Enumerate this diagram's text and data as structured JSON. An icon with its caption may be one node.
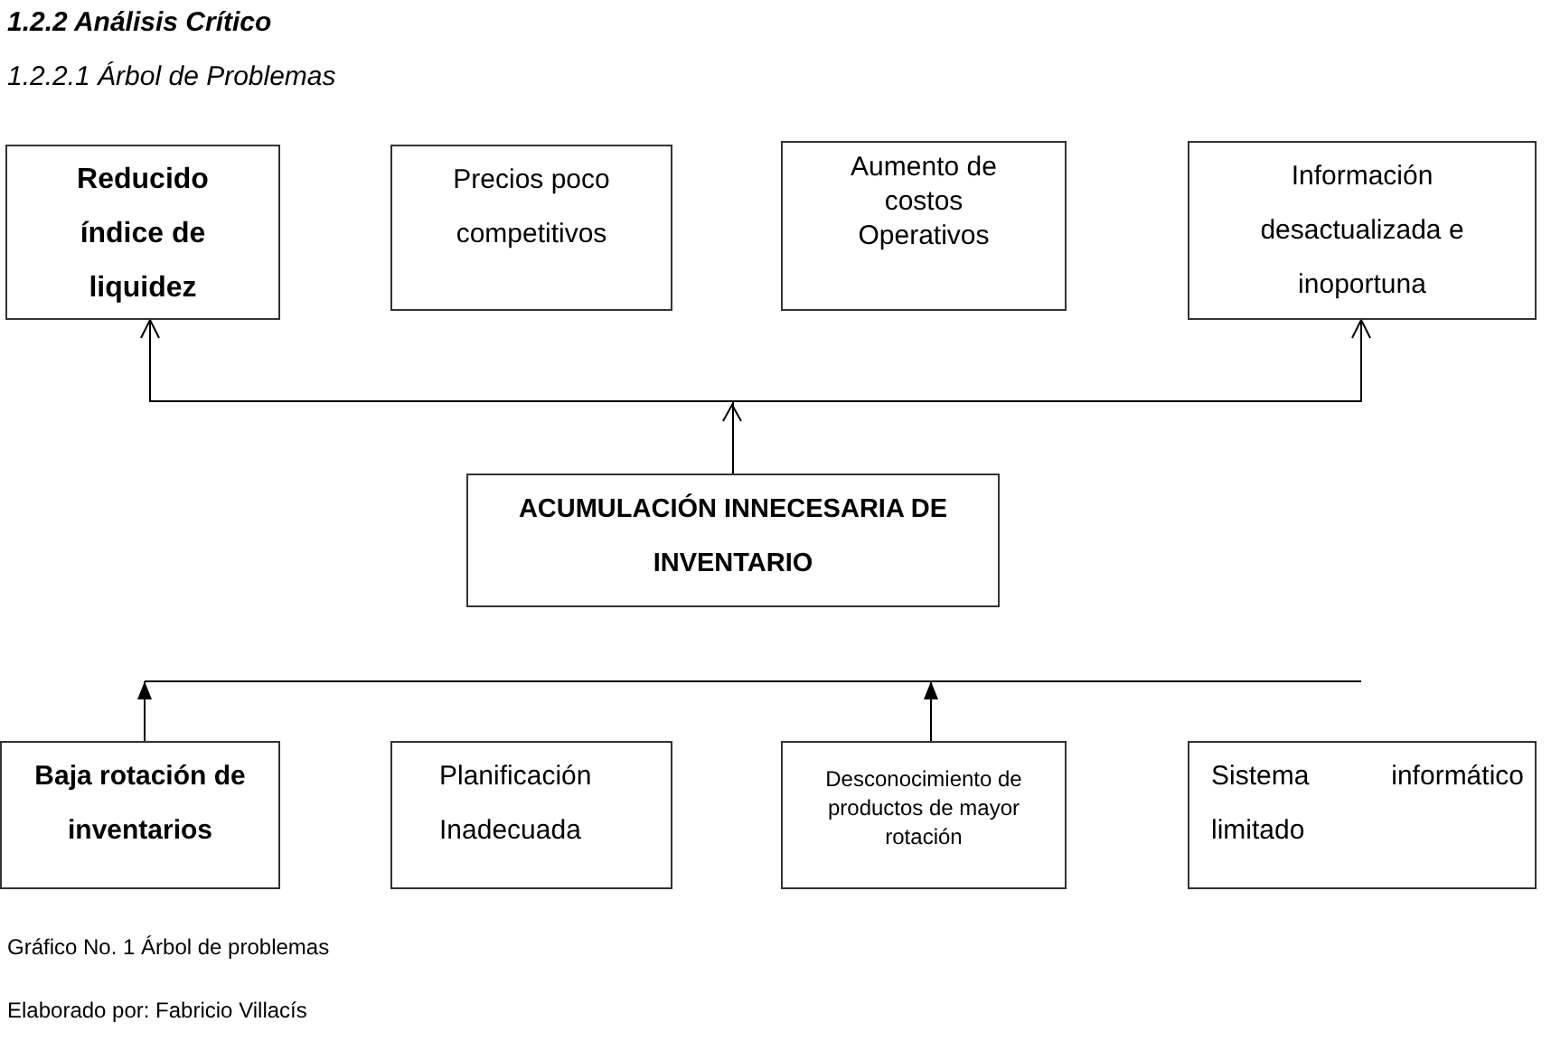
{
  "diagram": {
    "title": "1.2.2 Análisis Crítico",
    "caption": "Gráfico No. 1 Árbol de problemas",
    "nodes": [
      {
        "text": [
          "Reducido índice de liquidez"
        ]
      },
      {
        "text": [
          "Precios poco competitivos"
        ]
      },
      {
        "text": [
          "Aumento de costos Operativos"
        ]
      },
      {
        "text": [
          "Información desactualizada e inoportuna"
        ]
      },
      {
        "text": [
          "ACUMULACIÓN INNECESARIA DE INVENTARIO"
        ]
      },
      {
        "text": [
          "Baja rotación de inventarios"
        ]
      },
      {
        "text": [
          "Planificación Inadecuada"
        ]
      },
      {
        "text": [
          "Desconocimiento de productos de mayor rotación"
        ]
      },
      {
        "text": [
          "Sistema informático limitado"
        ]
      }
    ],
    "edges": [
      {
        "from": 4,
        "to": 0,
        "arrow": "to"
      },
      {
        "from": 4,
        "to": 3,
        "arrow": "to"
      },
      {
        "from": 5,
        "to": null,
        "arrow": "to"
      },
      {
        "from": 7,
        "to": null,
        "arrow": "to"
      }
    ],
    "labels": [
      "1.2.2.1 Árbol de Problemas",
      "Elaborado por: Fabricio Villacís"
    ]
  }
}
